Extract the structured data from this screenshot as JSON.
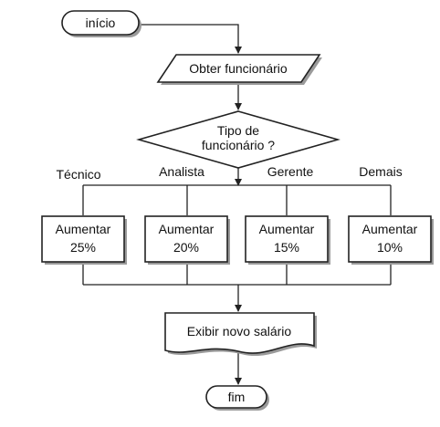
{
  "flowchart": {
    "start": "início",
    "input": "Obter funcionário",
    "decision": [
      "Tipo de",
      "funcionário ?"
    ],
    "branches": [
      {
        "label": "Técnico",
        "action": [
          "Aumentar",
          "25%"
        ]
      },
      {
        "label": "Analista",
        "action": [
          "Aumentar",
          "20%"
        ]
      },
      {
        "label": "Gerente",
        "action": [
          "Aumentar",
          "15%"
        ]
      },
      {
        "label": "Demais",
        "action": [
          "Aumentar",
          "10%"
        ]
      }
    ],
    "output": "Exibir novo salário",
    "end": "fim"
  }
}
